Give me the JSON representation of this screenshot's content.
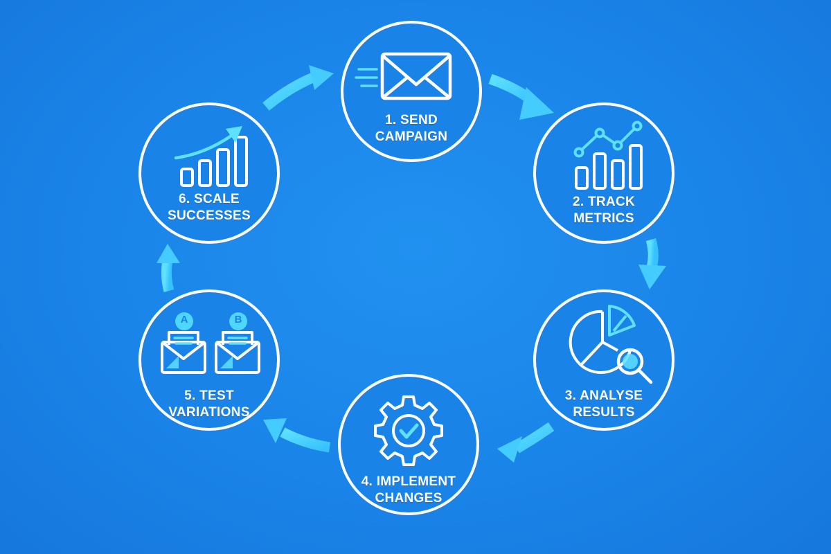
{
  "diagram": {
    "type": "cycle",
    "colors": {
      "background": "#1a84e8",
      "outline": "#ffffff",
      "accent": "#4fd6ff",
      "arrow": "#4fd6ff"
    },
    "steps": [
      {
        "line1": "1. SEND",
        "line2": "CAMPAIGN",
        "icon": "envelope-icon"
      },
      {
        "line1": "2. TRACK",
        "line2": "METRICS",
        "icon": "bar-chart-line-icon"
      },
      {
        "line1": "3. ANALYSE",
        "line2": "RESULTS",
        "icon": "pie-chart-magnifier-icon"
      },
      {
        "line1": "4. IMPLEMENT",
        "line2": "CHANGES",
        "icon": "gear-check-icon"
      },
      {
        "line1": "5. TEST",
        "line2": "VARIATIONS",
        "icon": "ab-test-envelopes-icon",
        "badges": [
          "A",
          "B"
        ]
      },
      {
        "line1": "6. SCALE",
        "line2": "SUCCESSES",
        "icon": "growth-chart-icon"
      }
    ]
  }
}
